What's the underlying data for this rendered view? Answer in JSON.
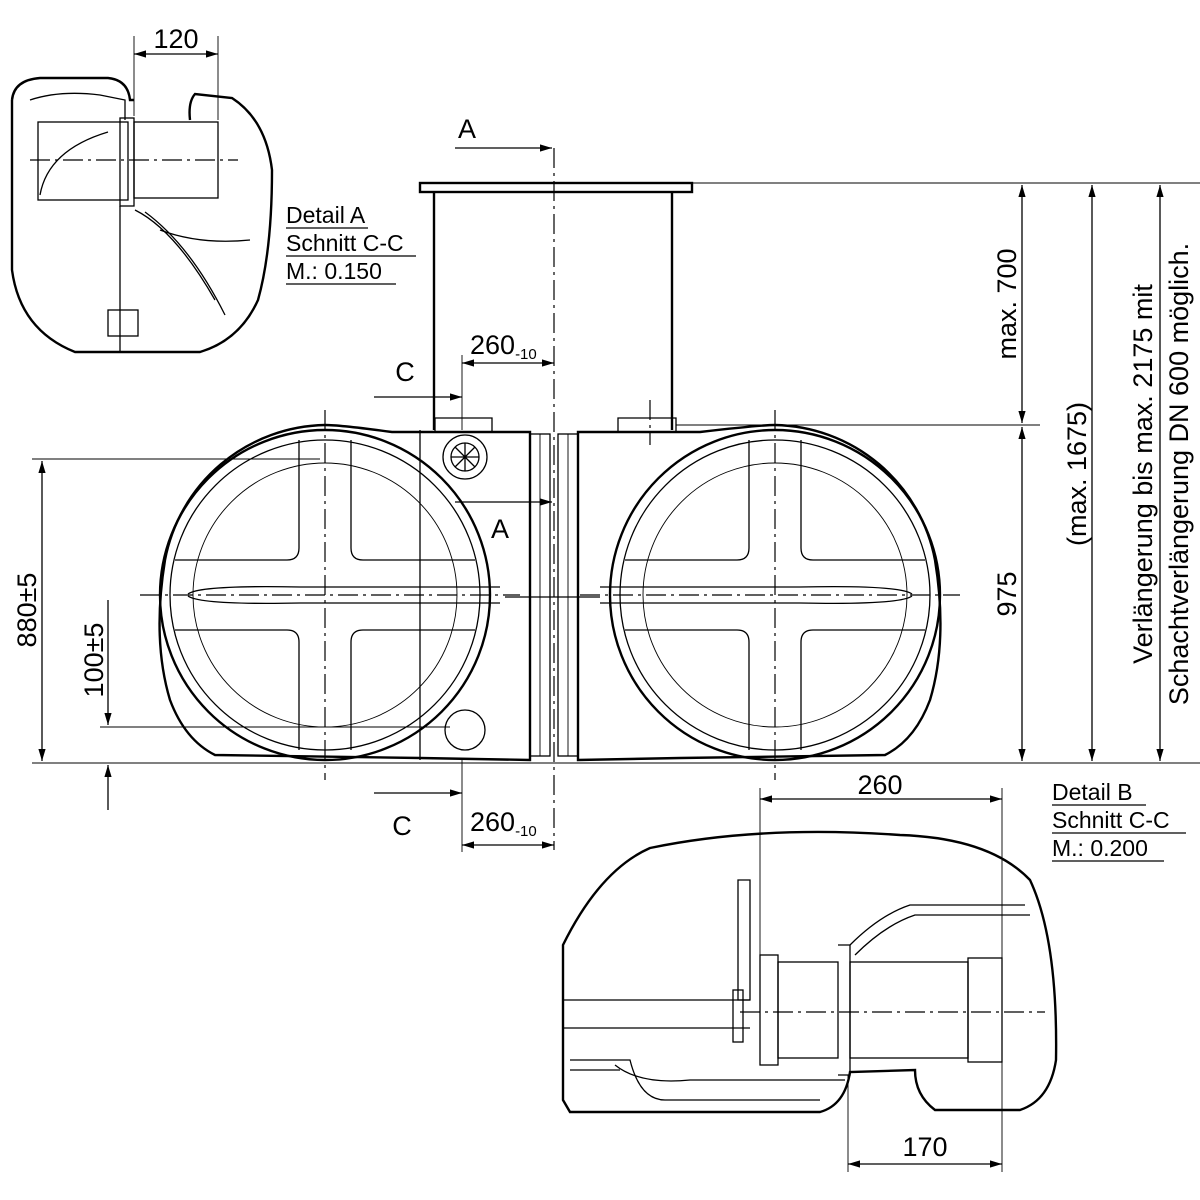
{
  "detail_a": {
    "title": "Detail A",
    "section": "Schnitt C-C",
    "scale": "M.: 0.150",
    "dim_width": "120"
  },
  "detail_b": {
    "title": "Detail B",
    "section": "Schnitt C-C",
    "scale": "M.: 0.200",
    "dim_top": "260",
    "dim_bottom": "170"
  },
  "section_marks": {
    "a_top": "A",
    "a_mid": "A",
    "c_top": "C",
    "c_bottom": "C"
  },
  "dimensions": {
    "offset_top_main": "260",
    "offset_top_sub": "-10",
    "offset_bottom_main": "260",
    "offset_bottom_sub": "-10",
    "max_700": "max. 700",
    "max_1675": "(max. 1675)",
    "height_975": "975",
    "height_880": "880±5",
    "height_100": "100±5"
  },
  "note": {
    "line1": "Verlängerung bis max. 2175 mit",
    "line2": "Schachtverlängerung DN 600 möglich."
  }
}
